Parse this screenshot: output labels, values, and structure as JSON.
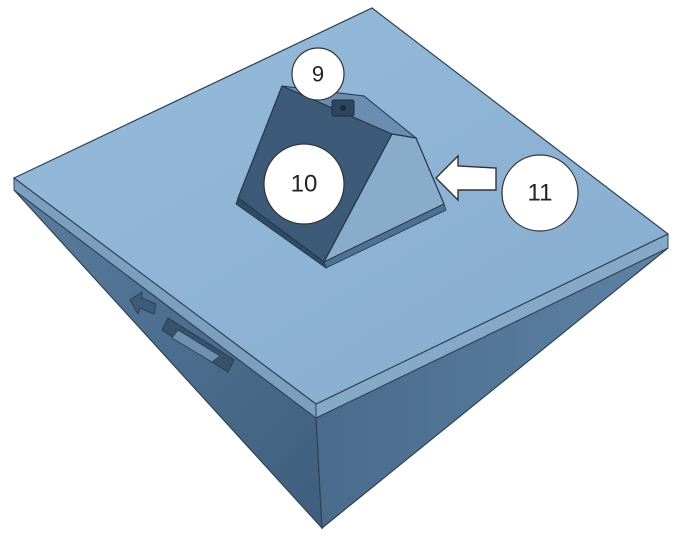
{
  "figure": {
    "colors": {
      "top_face": "#8fb4d4",
      "top_face_highlight": "#9cbfdc",
      "top_edge_band": "#7fa3c4",
      "side_left": "#4e6f8f",
      "side_right": "#5e7f9f",
      "side_front": "#5a7b9a",
      "edge_line": "#2e4357",
      "prism_dark": "#3f5d7a",
      "prism_mid": "#6d91b3",
      "prism_light": "#8aaccb",
      "arrow_fill": "#ffffff",
      "callout_fill": "#ffffff",
      "callout_stroke": "#333333"
    },
    "callouts": [
      {
        "id": "9",
        "label": "9"
      },
      {
        "id": "10",
        "label": "10"
      },
      {
        "id": "11",
        "label": "11"
      }
    ]
  }
}
